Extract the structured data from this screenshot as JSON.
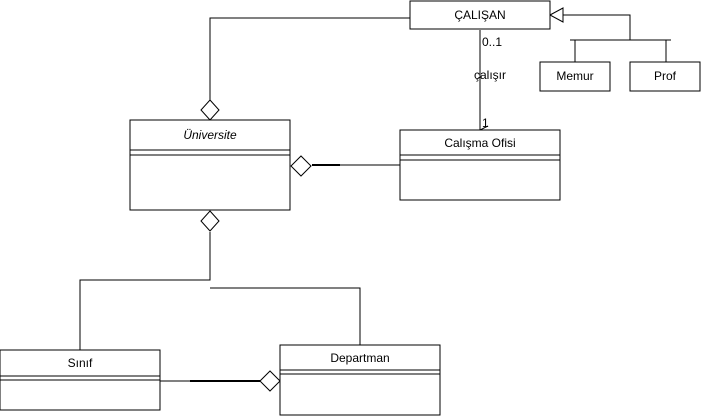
{
  "diagram": {
    "classes": {
      "calisan": "ÇALIŞAN",
      "memur": "Memur",
      "prof": "Prof",
      "universite": "Üniversite",
      "calisma_ofisi": "Calışma Ofisi",
      "sinif": "Sınıf",
      "departman": "Departman"
    },
    "labels": {
      "multiplicity_top": "0..1",
      "association": "çalışır",
      "multiplicity_bottom": "1"
    },
    "colors": {
      "stroke": "#000000",
      "fill": "#ffffff"
    }
  }
}
